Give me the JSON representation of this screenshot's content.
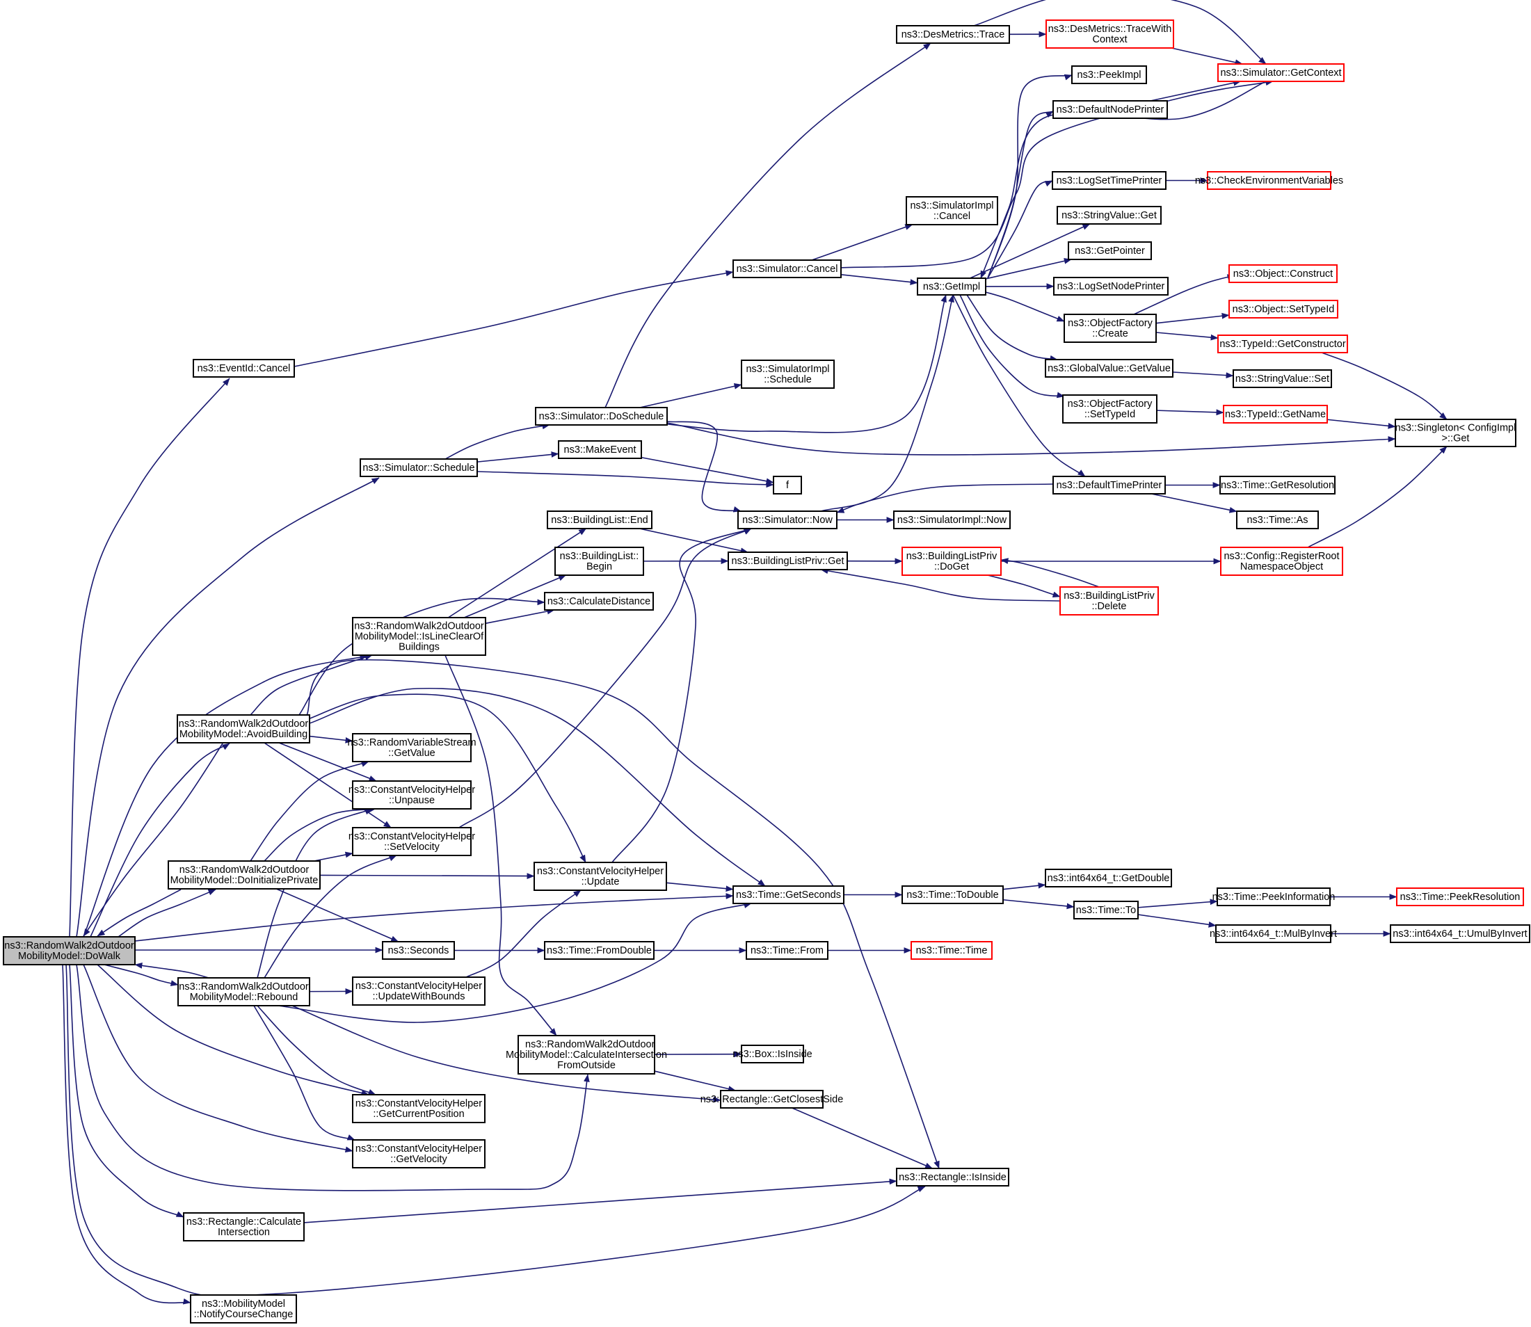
{
  "diagram": {
    "type": "call-graph",
    "root": "dowalk",
    "colors": {
      "edge": "#191970",
      "node_border": "#000000",
      "truncated_border": "#ff0000",
      "current_fill": "#bfbfbf",
      "node_fill": "#ffffff"
    },
    "nodes": [
      {
        "id": "dowalk",
        "lines": [
          "ns3::RandomWalk2dOutdoor",
          "MobilityModel::DoWalk"
        ],
        "style": "current"
      },
      {
        "id": "eventid_cancel",
        "lines": [
          "ns3::EventId::Cancel"
        ]
      },
      {
        "id": "sim_schedule",
        "lines": [
          "ns3::Simulator::Schedule"
        ]
      },
      {
        "id": "islineclear",
        "lines": [
          "ns3::RandomWalk2dOutdoor",
          "MobilityModel::IsLineClearOf",
          "Buildings"
        ]
      },
      {
        "id": "avoidbuilding",
        "lines": [
          "ns3::RandomWalk2dOutdoor",
          "MobilityModel::AvoidBuilding"
        ]
      },
      {
        "id": "doinitprivate",
        "lines": [
          "ns3::RandomWalk2dOutdoor",
          "MobilityModel::DoInitializePrivate"
        ]
      },
      {
        "id": "rebound",
        "lines": [
          "ns3::RandomWalk2dOutdoor",
          "MobilityModel::Rebound"
        ]
      },
      {
        "id": "rect_calcint",
        "lines": [
          "ns3::Rectangle::Calculate",
          "Intersection"
        ]
      },
      {
        "id": "notifycourse",
        "lines": [
          "ns3::MobilityModel",
          "::NotifyCourseChange"
        ]
      },
      {
        "id": "rvs_getvalue",
        "lines": [
          "ns3::RandomVariableStream",
          "::GetValue"
        ]
      },
      {
        "id": "cvh_unpause",
        "lines": [
          "ns3::ConstantVelocityHelper",
          "::Unpause"
        ]
      },
      {
        "id": "cvh_setvelocity",
        "lines": [
          "ns3::ConstantVelocityHelper",
          "::SetVelocity"
        ]
      },
      {
        "id": "seconds",
        "lines": [
          "ns3::Seconds"
        ]
      },
      {
        "id": "cvh_updatebounds",
        "lines": [
          "ns3::ConstantVelocityHelper",
          "::UpdateWithBounds"
        ]
      },
      {
        "id": "cvh_getcurpos",
        "lines": [
          "ns3::ConstantVelocityHelper",
          "::GetCurrentPosition"
        ]
      },
      {
        "id": "cvh_getvelocity",
        "lines": [
          "ns3::ConstantVelocityHelper",
          "::GetVelocity"
        ]
      },
      {
        "id": "sim_doschedule",
        "lines": [
          "ns3::Simulator::DoSchedule"
        ]
      },
      {
        "id": "makeevent",
        "lines": [
          "ns3::MakeEvent"
        ]
      },
      {
        "id": "bl_end",
        "lines": [
          "ns3::BuildingList::End"
        ]
      },
      {
        "id": "bl_begin",
        "lines": [
          "ns3::BuildingList::",
          "Begin"
        ]
      },
      {
        "id": "calcdistance",
        "lines": [
          "ns3::CalculateDistance"
        ]
      },
      {
        "id": "cvh_update",
        "lines": [
          "ns3::ConstantVelocityHelper",
          "::Update"
        ]
      },
      {
        "id": "time_fromdouble",
        "lines": [
          "ns3::Time::FromDouble"
        ]
      },
      {
        "id": "calcintfromoutside",
        "lines": [
          "ns3::RandomWalk2dOutdoor",
          "MobilityModel::CalculateIntersection",
          "FromOutside"
        ],
        "first_line_left": true
      },
      {
        "id": "sim_cancel",
        "lines": [
          "ns3::Simulator::Cancel"
        ]
      },
      {
        "id": "desmetrics_trace",
        "lines": [
          "ns3::DesMetrics::Trace"
        ]
      },
      {
        "id": "simimpl_schedule",
        "lines": [
          "ns3::SimulatorImpl",
          "::Schedule"
        ]
      },
      {
        "id": "simimpl_cancel",
        "lines": [
          "ns3::SimulatorImpl",
          "::Cancel"
        ]
      },
      {
        "id": "f",
        "lines": [
          "f"
        ]
      },
      {
        "id": "sim_now",
        "lines": [
          "ns3::Simulator::Now"
        ]
      },
      {
        "id": "blpriv_get",
        "lines": [
          "ns3::BuildingListPriv::Get"
        ]
      },
      {
        "id": "time_getseconds",
        "lines": [
          "ns3::Time::GetSeconds"
        ]
      },
      {
        "id": "time_from",
        "lines": [
          "ns3::Time::From"
        ]
      },
      {
        "id": "box_isinside",
        "lines": [
          "ns3::Box::IsInside"
        ]
      },
      {
        "id": "rect_getclosest",
        "lines": [
          "ns3::Rectangle::GetClosestSide"
        ]
      },
      {
        "id": "rect_isinside",
        "lines": [
          "ns3::Rectangle::IsInside"
        ]
      },
      {
        "id": "getimpl",
        "lines": [
          "ns3::GetImpl"
        ]
      },
      {
        "id": "simimpl_now",
        "lines": [
          "ns3::SimulatorImpl::Now"
        ]
      },
      {
        "id": "blpriv_doget",
        "lines": [
          "ns3::BuildingListPriv",
          "::DoGet"
        ],
        "style": "truncated"
      },
      {
        "id": "time_todouble",
        "lines": [
          "ns3::Time::ToDouble"
        ]
      },
      {
        "id": "time_time",
        "lines": [
          "ns3::Time::Time"
        ],
        "style": "truncated"
      },
      {
        "id": "desmetrics_tracectx",
        "lines": [
          "ns3::DesMetrics::TraceWith",
          "Context"
        ],
        "style": "truncated"
      },
      {
        "id": "peekimpl",
        "lines": [
          "ns3::PeekImpl"
        ]
      },
      {
        "id": "defaultnodeprinter",
        "lines": [
          "ns3::DefaultNodePrinter"
        ]
      },
      {
        "id": "logsettimeprinter",
        "lines": [
          "ns3::LogSetTimePrinter"
        ]
      },
      {
        "id": "stringvalue_get",
        "lines": [
          "ns3::StringValue::Get"
        ]
      },
      {
        "id": "getpointer",
        "lines": [
          "ns3::GetPointer"
        ]
      },
      {
        "id": "logsetnodeprinter",
        "lines": [
          "ns3::LogSetNodePrinter"
        ]
      },
      {
        "id": "objfactory_create",
        "lines": [
          "ns3::ObjectFactory",
          "::Create"
        ]
      },
      {
        "id": "globalvalue_getvalue",
        "lines": [
          "ns3::GlobalValue::GetValue"
        ]
      },
      {
        "id": "objfactory_settypeid",
        "lines": [
          "ns3::ObjectFactory",
          "::SetTypeId"
        ]
      },
      {
        "id": "defaulttimeprinter",
        "lines": [
          "ns3::DefaultTimePrinter"
        ]
      },
      {
        "id": "blpriv_delete",
        "lines": [
          "ns3::BuildingListPriv",
          "::Delete"
        ],
        "style": "truncated"
      },
      {
        "id": "int64_getdouble",
        "lines": [
          "ns3::int64x64_t::GetDouble"
        ]
      },
      {
        "id": "time_to",
        "lines": [
          "ns3::Time::To"
        ]
      },
      {
        "id": "sim_getcontext",
        "lines": [
          "ns3::Simulator::GetContext"
        ],
        "style": "truncated"
      },
      {
        "id": "checkenv",
        "lines": [
          "ns3::CheckEnvironmentVariables"
        ],
        "style": "truncated"
      },
      {
        "id": "object_construct",
        "lines": [
          "ns3::Object::Construct"
        ],
        "style": "truncated"
      },
      {
        "id": "object_settypeid",
        "lines": [
          "ns3::Object::SetTypeId"
        ],
        "style": "truncated"
      },
      {
        "id": "typeid_getconstructor",
        "lines": [
          "ns3::TypeId::GetConstructor"
        ],
        "style": "truncated"
      },
      {
        "id": "stringvalue_set",
        "lines": [
          "ns3::StringValue::Set"
        ]
      },
      {
        "id": "typeid_getname",
        "lines": [
          "ns3::TypeId::GetName"
        ],
        "style": "truncated"
      },
      {
        "id": "time_getresolution",
        "lines": [
          "ns3::Time::GetResolution"
        ]
      },
      {
        "id": "time_as",
        "lines": [
          "ns3::Time::As"
        ]
      },
      {
        "id": "config_registerroot",
        "lines": [
          "ns3::Config::RegisterRoot",
          "NamespaceObject"
        ],
        "style": "truncated"
      },
      {
        "id": "time_peekinfo",
        "lines": [
          "ns3::Time::PeekInformation"
        ]
      },
      {
        "id": "int64_mulbyinvert",
        "lines": [
          "ns3::int64x64_t::MulByInvert"
        ]
      },
      {
        "id": "singleton_get",
        "lines": [
          "ns3::Singleton< ConfigImpl",
          ">::Get"
        ]
      },
      {
        "id": "time_peekresolution",
        "lines": [
          "ns3::Time::PeekResolution"
        ],
        "style": "truncated"
      },
      {
        "id": "int64_umulbyinvert",
        "lines": [
          "ns3::int64x64_t::UmulByInvert"
        ]
      }
    ],
    "edges": [
      [
        "dowalk",
        "eventid_cancel"
      ],
      [
        "dowalk",
        "sim_schedule"
      ],
      [
        "dowalk",
        "islineclear"
      ],
      [
        "dowalk",
        "avoidbuilding"
      ],
      [
        "dowalk",
        "doinitprivate"
      ],
      [
        "dowalk",
        "rebound"
      ],
      [
        "dowalk",
        "seconds"
      ],
      [
        "dowalk",
        "time_getseconds"
      ],
      [
        "dowalk",
        "cvh_getcurpos"
      ],
      [
        "dowalk",
        "cvh_getvelocity"
      ],
      [
        "dowalk",
        "calcintfromoutside"
      ],
      [
        "dowalk",
        "rect_calcint"
      ],
      [
        "dowalk",
        "rect_isinside"
      ],
      [
        "dowalk",
        "notifycourse"
      ],
      [
        "eventid_cancel",
        "sim_cancel"
      ],
      [
        "sim_schedule",
        "sim_doschedule"
      ],
      [
        "sim_schedule",
        "makeevent"
      ],
      [
        "sim_schedule",
        "f"
      ],
      [
        "islineclear",
        "bl_end"
      ],
      [
        "islineclear",
        "bl_begin"
      ],
      [
        "islineclear",
        "calcdistance"
      ],
      [
        "islineclear",
        "calcintfromoutside"
      ],
      [
        "avoidbuilding",
        "dowalk"
      ],
      [
        "avoidbuilding",
        "islineclear"
      ],
      [
        "avoidbuilding",
        "calcdistance"
      ],
      [
        "avoidbuilding",
        "rvs_getvalue"
      ],
      [
        "avoidbuilding",
        "cvh_unpause"
      ],
      [
        "avoidbuilding",
        "cvh_setvelocity"
      ],
      [
        "avoidbuilding",
        "cvh_update"
      ],
      [
        "avoidbuilding",
        "time_getseconds"
      ],
      [
        "avoidbuilding",
        "rect_isinside"
      ],
      [
        "doinitprivate",
        "dowalk"
      ],
      [
        "doinitprivate",
        "rvs_getvalue"
      ],
      [
        "doinitprivate",
        "cvh_unpause"
      ],
      [
        "doinitprivate",
        "cvh_setvelocity"
      ],
      [
        "doinitprivate",
        "cvh_update"
      ],
      [
        "doinitprivate",
        "seconds"
      ],
      [
        "rebound",
        "dowalk"
      ],
      [
        "rebound",
        "cvh_updatebounds"
      ],
      [
        "rebound",
        "cvh_unpause"
      ],
      [
        "rebound",
        "cvh_setvelocity"
      ],
      [
        "rebound",
        "cvh_getcurpos"
      ],
      [
        "rebound",
        "cvh_getvelocity"
      ],
      [
        "rebound",
        "time_getseconds"
      ],
      [
        "rebound",
        "rect_getclosest"
      ],
      [
        "rect_calcint",
        "rect_isinside"
      ],
      [
        "cvh_setvelocity",
        "sim_now"
      ],
      [
        "seconds",
        "time_fromdouble"
      ],
      [
        "cvh_updatebounds",
        "cvh_update"
      ],
      [
        "sim_doschedule",
        "desmetrics_trace"
      ],
      [
        "sim_doschedule",
        "simimpl_schedule"
      ],
      [
        "sim_doschedule",
        "getimpl"
      ],
      [
        "sim_doschedule",
        "sim_now"
      ],
      [
        "sim_doschedule",
        "singleton_get"
      ],
      [
        "makeevent",
        "f"
      ],
      [
        "bl_end",
        "blpriv_get"
      ],
      [
        "bl_begin",
        "blpriv_get"
      ],
      [
        "cvh_update",
        "sim_now"
      ],
      [
        "cvh_update",
        "time_getseconds"
      ],
      [
        "time_fromdouble",
        "time_from"
      ],
      [
        "calcintfromoutside",
        "box_isinside"
      ],
      [
        "calcintfromoutside",
        "rect_getclosest"
      ],
      [
        "sim_cancel",
        "simimpl_cancel"
      ],
      [
        "sim_cancel",
        "getimpl"
      ],
      [
        "sim_cancel",
        "sim_getcontext"
      ],
      [
        "desmetrics_trace",
        "desmetrics_tracectx"
      ],
      [
        "desmetrics_trace",
        "sim_getcontext"
      ],
      [
        "sim_now",
        "getimpl"
      ],
      [
        "sim_now",
        "simimpl_now"
      ],
      [
        "blpriv_get",
        "blpriv_doget"
      ],
      [
        "time_getseconds",
        "time_todouble"
      ],
      [
        "time_from",
        "time_time"
      ],
      [
        "rect_getclosest",
        "rect_isinside"
      ],
      [
        "getimpl",
        "peekimpl"
      ],
      [
        "getimpl",
        "defaultnodeprinter"
      ],
      [
        "getimpl",
        "logsettimeprinter"
      ],
      [
        "getimpl",
        "stringvalue_get"
      ],
      [
        "getimpl",
        "getpointer"
      ],
      [
        "getimpl",
        "logsetnodeprinter"
      ],
      [
        "getimpl",
        "objfactory_create"
      ],
      [
        "getimpl",
        "globalvalue_getvalue"
      ],
      [
        "getimpl",
        "objfactory_settypeid"
      ],
      [
        "getimpl",
        "defaulttimeprinter"
      ],
      [
        "blpriv_doget",
        "config_registerroot"
      ],
      [
        "blpriv_doget",
        "blpriv_delete"
      ],
      [
        "blpriv_delete",
        "blpriv_doget"
      ],
      [
        "blpriv_delete",
        "blpriv_get"
      ],
      [
        "time_todouble",
        "int64_getdouble"
      ],
      [
        "time_todouble",
        "time_to"
      ],
      [
        "desmetrics_tracectx",
        "sim_getcontext"
      ],
      [
        "defaultnodeprinter",
        "sim_getcontext"
      ],
      [
        "logsettimeprinter",
        "checkenv"
      ],
      [
        "objfactory_create",
        "object_construct"
      ],
      [
        "objfactory_create",
        "object_settypeid"
      ],
      [
        "objfactory_create",
        "typeid_getconstructor"
      ],
      [
        "globalvalue_getvalue",
        "stringvalue_set"
      ],
      [
        "objfactory_settypeid",
        "typeid_getname"
      ],
      [
        "defaulttimeprinter",
        "sim_now"
      ],
      [
        "defaulttimeprinter",
        "time_getresolution"
      ],
      [
        "defaulttimeprinter",
        "time_as"
      ],
      [
        "time_to",
        "time_peekinfo"
      ],
      [
        "time_to",
        "int64_mulbyinvert"
      ],
      [
        "typeid_getconstructor",
        "singleton_get"
      ],
      [
        "typeid_getname",
        "singleton_get"
      ],
      [
        "config_registerroot",
        "singleton_get"
      ],
      [
        "time_peekinfo",
        "time_peekresolution"
      ],
      [
        "int64_mulbyinvert",
        "int64_umulbyinvert"
      ],
      [
        "sim_getcontext",
        "getimpl"
      ]
    ]
  }
}
